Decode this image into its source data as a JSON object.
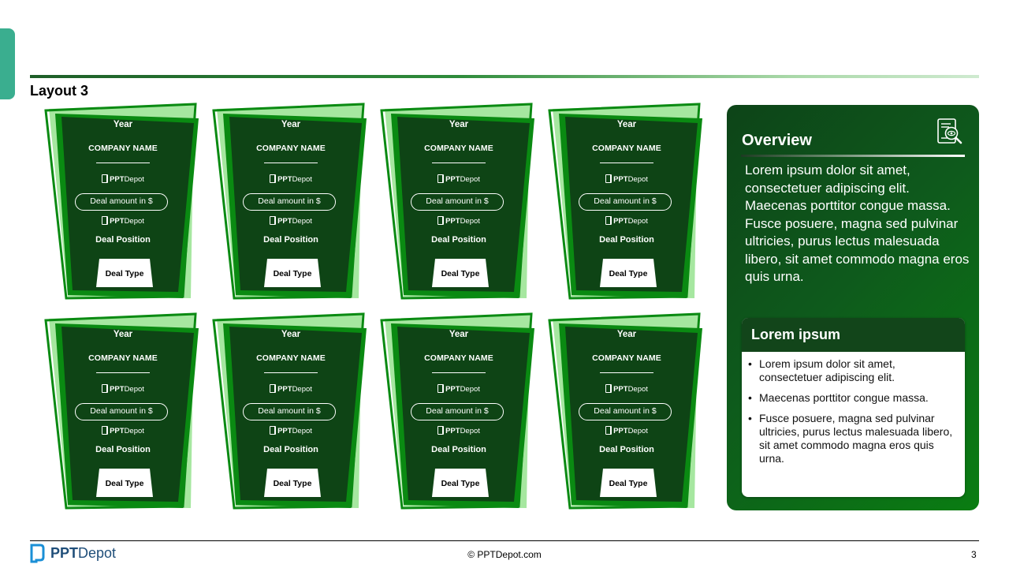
{
  "slide": {
    "heading": "Layout 3",
    "accent_color": "#3aae8f"
  },
  "card_template": {
    "year": "Year",
    "company": "COMPANY NAME",
    "logo_bold": "PPT",
    "logo_light": "Depot",
    "amount": "Deal amount in $",
    "position": "Deal Position",
    "type": "Deal Type",
    "colors": {
      "frame": "#0a8a12",
      "frame_light": "#a6e7a0",
      "inner": "#0e4415",
      "type_bg": "#ffffff"
    }
  },
  "cards": [
    {
      "year": "Year",
      "company": "COMPANY NAME",
      "amount": "Deal amount in $",
      "position": "Deal Position",
      "type": "Deal Type"
    },
    {
      "year": "Year",
      "company": "COMPANY NAME",
      "amount": "Deal amount in $",
      "position": "Deal Position",
      "type": "Deal Type"
    },
    {
      "year": "Year",
      "company": "COMPANY NAME",
      "amount": "Deal amount in $",
      "position": "Deal Position",
      "type": "Deal Type"
    },
    {
      "year": "Year",
      "company": "COMPANY NAME",
      "amount": "Deal amount in $",
      "position": "Deal Position",
      "type": "Deal Type"
    },
    {
      "year": "Year",
      "company": "COMPANY NAME",
      "amount": "Deal amount in $",
      "position": "Deal Position",
      "type": "Deal Type"
    },
    {
      "year": "Year",
      "company": "COMPANY NAME",
      "amount": "Deal amount in $",
      "position": "Deal Position",
      "type": "Deal Type"
    },
    {
      "year": "Year",
      "company": "COMPANY NAME",
      "amount": "Deal amount in $",
      "position": "Deal Position",
      "type": "Deal Type"
    },
    {
      "year": "Year",
      "company": "COMPANY NAME",
      "amount": "Deal amount in $",
      "position": "Deal Position",
      "type": "Deal Type"
    }
  ],
  "overview": {
    "title": "Overview",
    "icon": "document-search-icon",
    "body": "Lorem ipsum dolor sit amet, consectetuer adipiscing elit. Maecenas porttitor congue massa. Fusce posuere, magna sed pulvinar ultricies, purus lectus malesuada libero, sit amet commodo magna eros quis urna.",
    "box": {
      "title": "Lorem ipsum",
      "bullets": [
        "Lorem ipsum dolor sit amet, consectetuer adipiscing elit.",
        "Maecenas porttitor congue massa.",
        "Fusce posuere, magna sed pulvinar ultricies, purus lectus malesuada libero, sit amet commodo magna eros quis urna."
      ]
    }
  },
  "footer": {
    "logo_bold": "PPT",
    "logo_light": "Depot",
    "copyright": "© PPTDepot.com",
    "page_number": "3"
  }
}
